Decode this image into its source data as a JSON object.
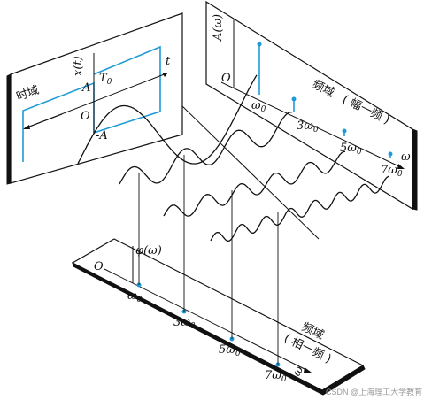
{
  "colors": {
    "ink": "#111111",
    "accent": "#1e9bd7",
    "watermark": "#9a9a9a",
    "background": "#ffffff"
  },
  "time_panel": {
    "title": "时域",
    "signal_label": "x(t)",
    "time_axis": "t",
    "amplitude_pos": "A",
    "amplitude_neg": "-A",
    "origin": "O",
    "period": "T",
    "period_sub": "0"
  },
  "amplitude_panel": {
    "title": "频域（幅一频）",
    "title_main": "频域",
    "title_paren": "( 幅一频 )",
    "y_label": "A(ω)",
    "origin": "O",
    "freq_axis": "ω",
    "ticks": [
      "ω0",
      "3ω0",
      "5ω0",
      "7ω0"
    ],
    "tick_prefix": [
      "",
      "3",
      "5",
      "7"
    ]
  },
  "phase_panel": {
    "title_main": "频域",
    "title_paren": "( 相一频 )",
    "y_label": "φ(ω)",
    "origin": "O",
    "freq_axis": "ω",
    "ticks": [
      "ω0",
      "3ω0",
      "5ω0",
      "7ω0"
    ],
    "tick_prefix": [
      "",
      "3",
      "5",
      "7"
    ]
  },
  "harmonics": [
    "fundamental",
    "3rd harmonic",
    "5th harmonic",
    "7th harmonic"
  ],
  "watermark": "CSDN @上海理工大学教育"
}
